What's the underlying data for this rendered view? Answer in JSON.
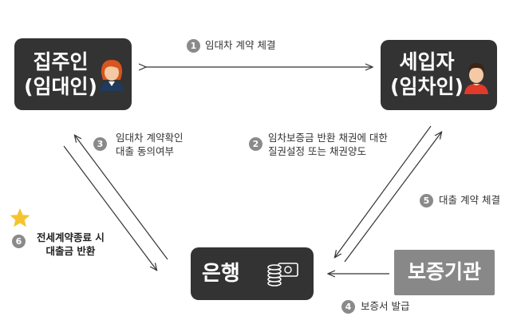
{
  "nodes": {
    "landlord": {
      "line1": "집주인",
      "line2": "(임대인)"
    },
    "tenant": {
      "line1": "세입자",
      "line2": "(임차인)"
    },
    "bank": {
      "label": "은행"
    },
    "guarantee": {
      "label": "보증기관"
    }
  },
  "steps": [
    {
      "num": "1",
      "line1": "임대차 계약 체결"
    },
    {
      "num": "2",
      "line1": "임차보증금 반환 채권에 대한",
      "line2": "질권설정 또는 채권양도"
    },
    {
      "num": "3",
      "line1": "임대차 계약확인",
      "line2": "대출 동의여부"
    },
    {
      "num": "4",
      "line1": "보증서 발급"
    },
    {
      "num": "5",
      "line1": "대출 계약 체결"
    },
    {
      "num": "6",
      "line1": "전세계약종료 시",
      "line2": "대출금 반환"
    }
  ],
  "colors": {
    "box": "#333333",
    "guarantee_box": "#888888",
    "number_circle": "#8a8a8a",
    "star": "#f4c430",
    "arrow": "#333333"
  },
  "icons": {
    "landlord": "woman-avatar-icon",
    "tenant": "man-avatar-icon",
    "bank": "coins-money-icon",
    "step6": "star-icon"
  }
}
